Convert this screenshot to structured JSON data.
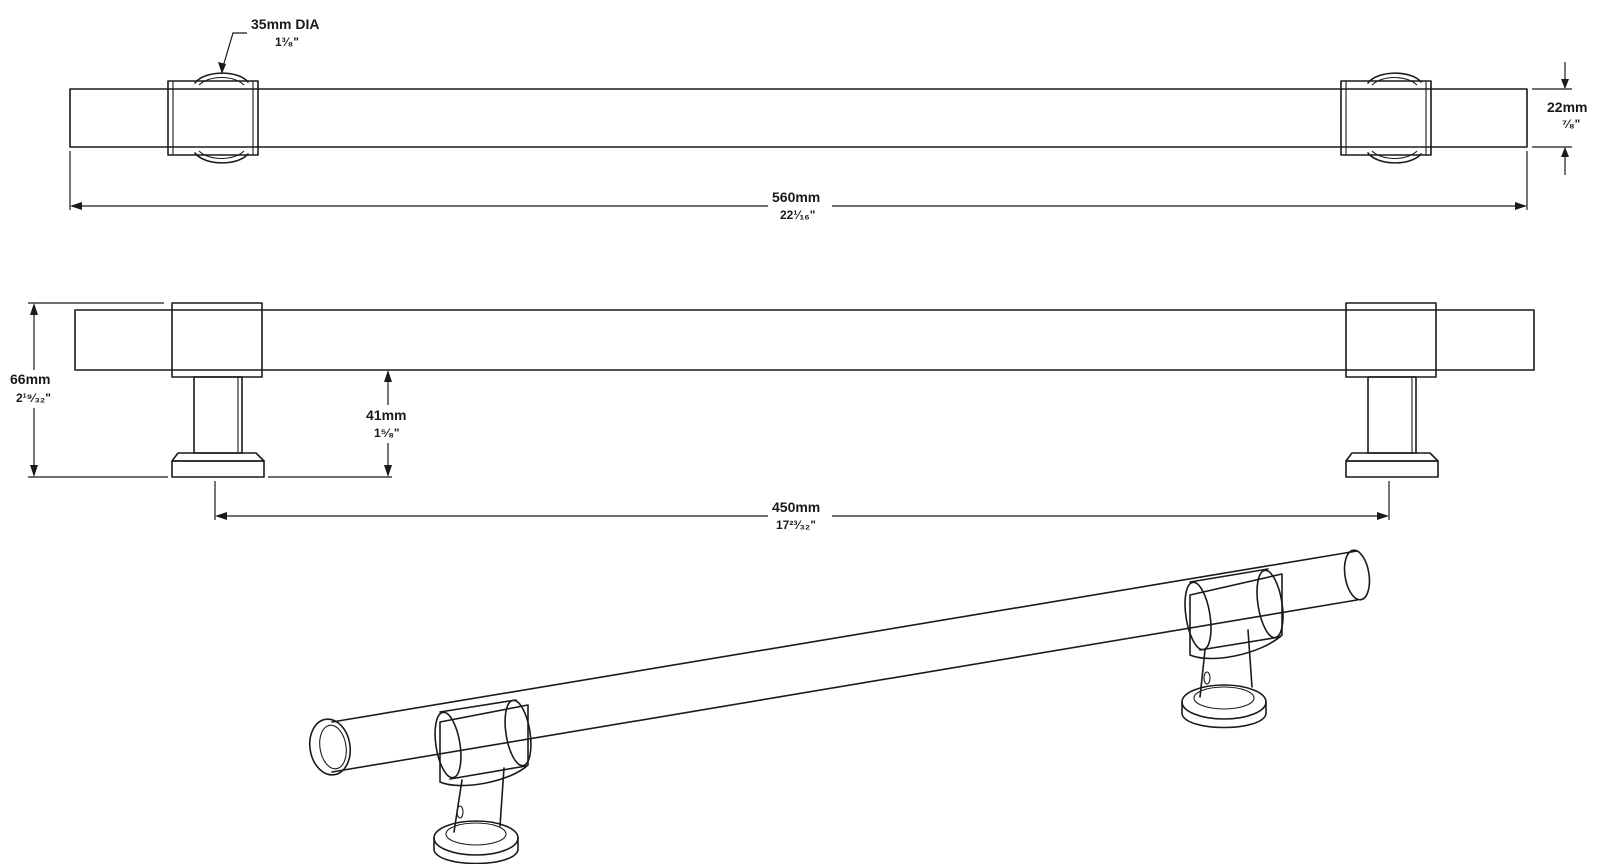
{
  "top_view": {
    "dia_label": "35mm DIA",
    "dia_inch": "1³⁄₈\"",
    "thickness_label": "22mm",
    "thickness_inch": "⁷⁄₈\"",
    "length_label": "560mm",
    "length_inch": "22¹⁄₁₆\""
  },
  "side_view": {
    "height_label": "66mm",
    "height_inch": "2¹⁹⁄₃₂\"",
    "projection_label": "41mm",
    "projection_inch": "1⁵⁄₈\"",
    "center_label": "450mm",
    "center_inch": "17²³⁄₃₂\""
  }
}
